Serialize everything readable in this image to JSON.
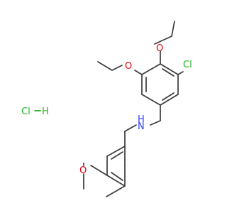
{
  "molecule": {
    "atoms": {
      "o_top": "O",
      "o_left": "O",
      "cl_ring": "Cl",
      "nh_h": "H",
      "nh_n": "N",
      "o_methoxy": "O"
    },
    "salt": {
      "cl": "Cl",
      "h": "H"
    }
  },
  "colors": {
    "bond": "#3a3a3a",
    "oxygen": "#e8000b",
    "chlorine": "#22b422",
    "nitrogen": "#2a3cff",
    "salt": "#22b422"
  }
}
